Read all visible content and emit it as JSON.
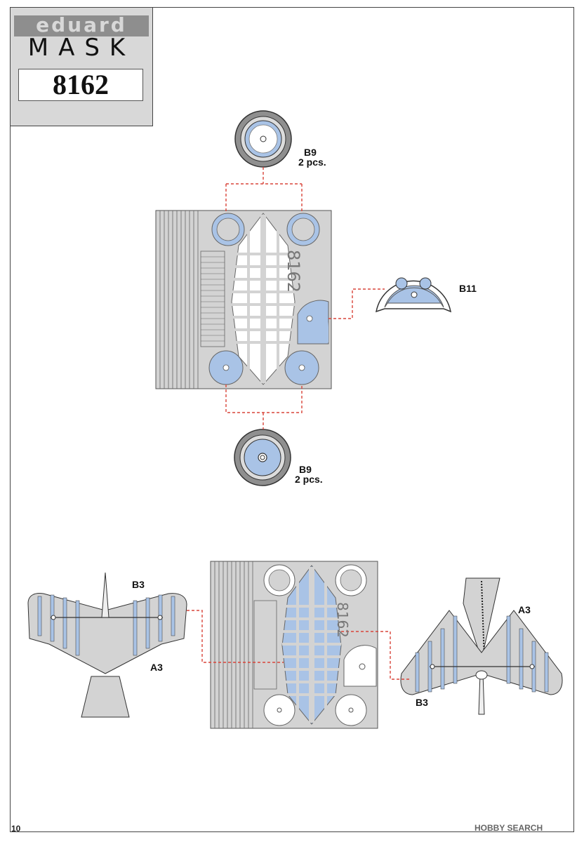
{
  "header": {
    "brand_top": "eduard",
    "brand_bottom": "MASK",
    "product_number": "8162"
  },
  "sheet_imprint": "8162",
  "labels": {
    "b9_top": "B9",
    "b9_top_qty": "2 pcs.",
    "b11": "B11",
    "b9_bottom": "B9",
    "b9_bottom_qty": "2 pcs.",
    "b3_left": "B3",
    "a3_left": "A3",
    "a3_right": "A3",
    "b3_right": "B3"
  },
  "footer": {
    "page_number": "10",
    "watermark": "HOBBY SEARCH"
  },
  "colors": {
    "mask_blue": "#a9c3e6",
    "sheet_gray": "#d3d3d3",
    "leader_red": "#d9453a",
    "tire_gray": "#8f8f8f"
  }
}
